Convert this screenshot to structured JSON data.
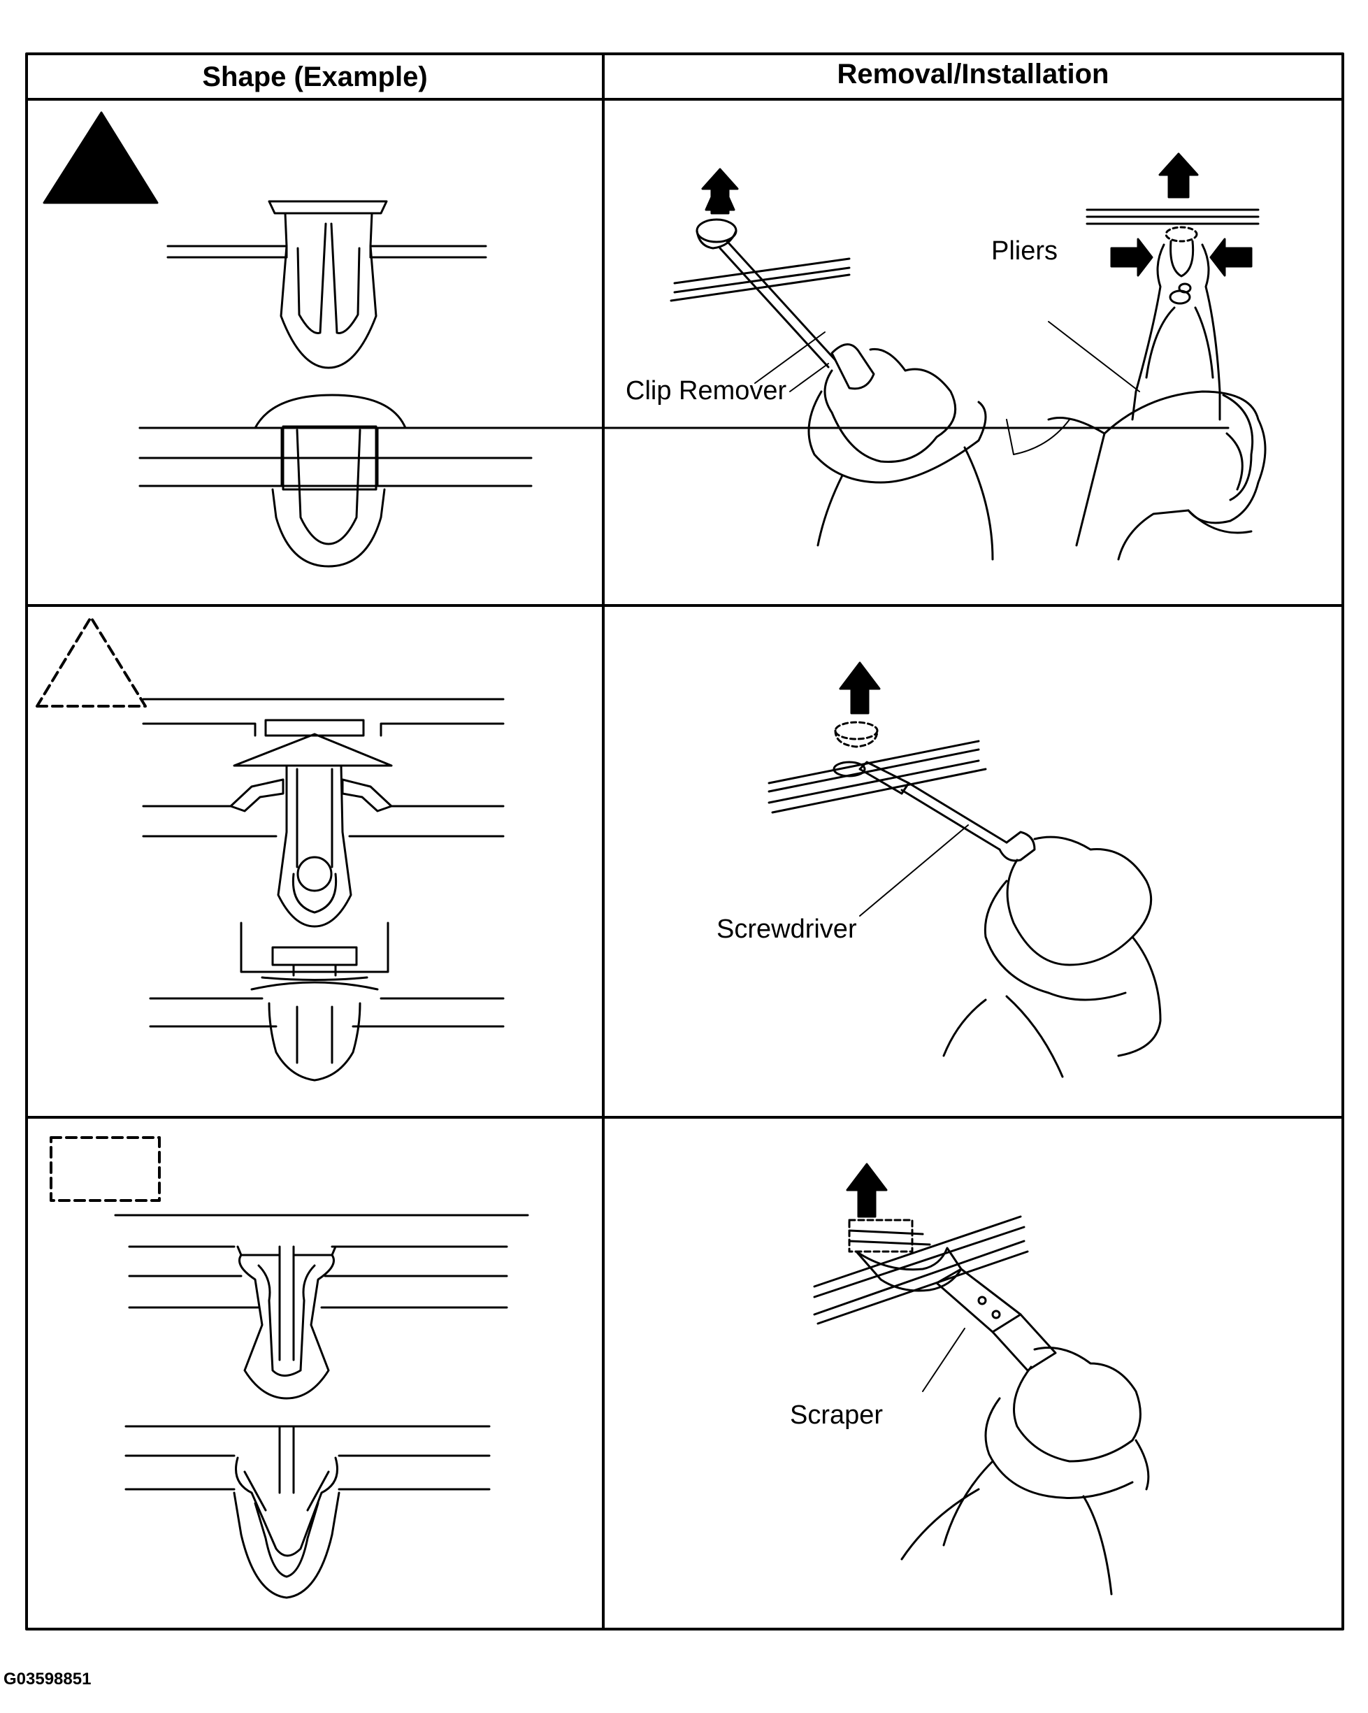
{
  "headers": {
    "shape": "Shape (Example)",
    "removal": "Removal/Installation"
  },
  "rows": [
    {
      "marker": "solid-triangle",
      "labels": {
        "tool_a": "Clip Remover",
        "tool_b": "Pliers"
      }
    },
    {
      "marker": "dashed-triangle",
      "labels": {
        "tool": "Screwdriver"
      }
    },
    {
      "marker": "dashed-rectangle",
      "labels": {
        "tool": "Scraper"
      }
    }
  ],
  "figure_code": "G03598851"
}
